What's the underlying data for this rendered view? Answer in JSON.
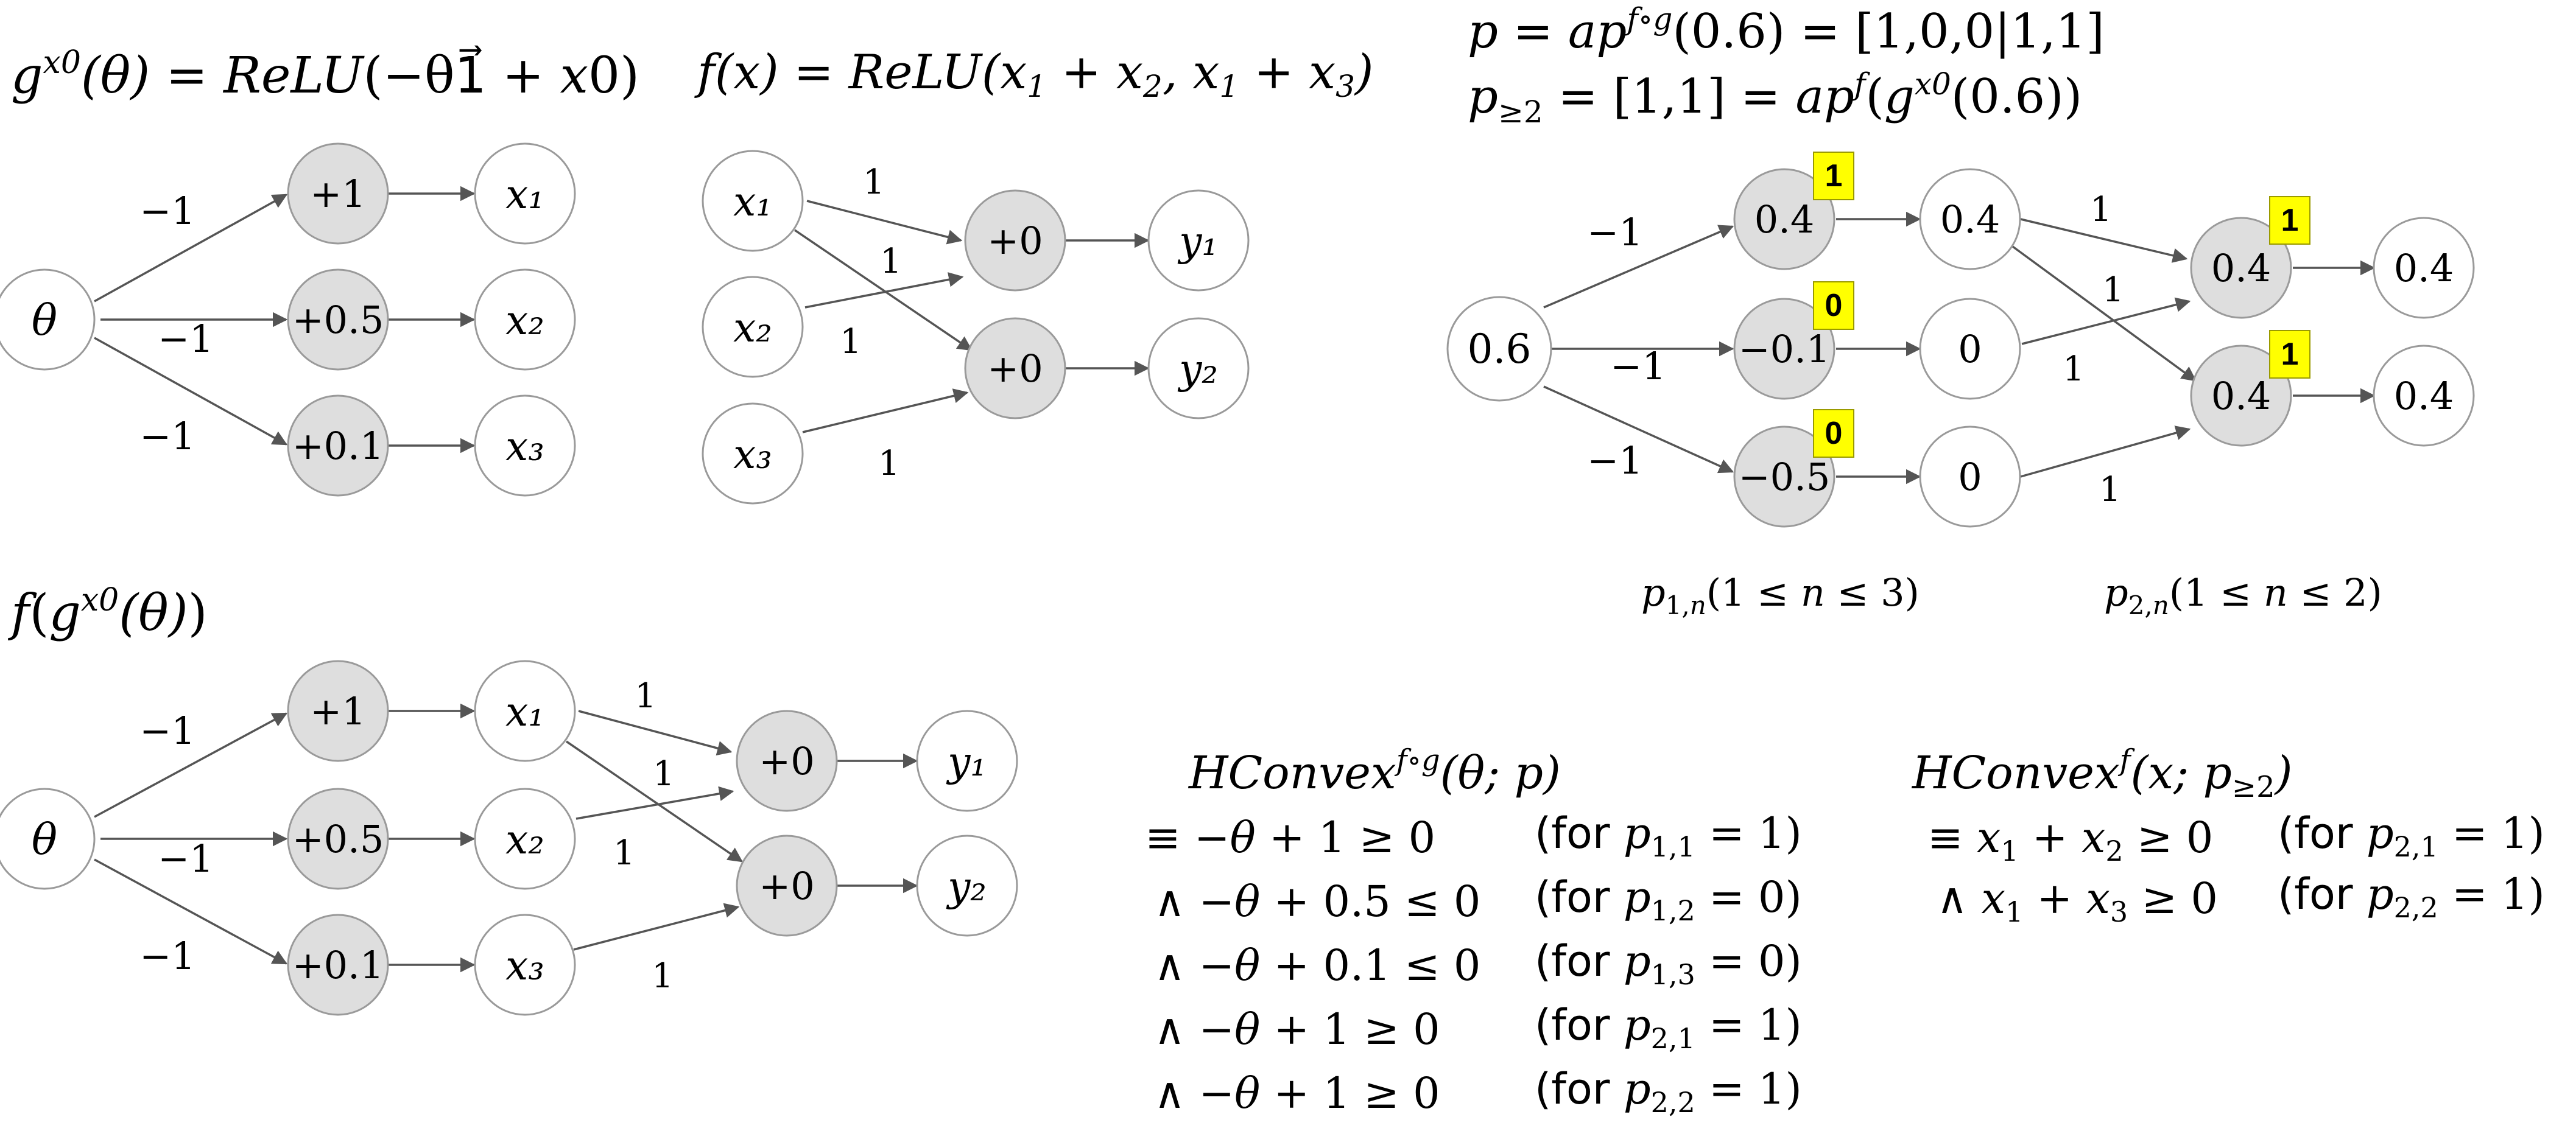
{
  "titles": {
    "g": "g^{x0}(θ) = ReLU(−θ1⃗ + x0)",
    "f": "f(x) = ReLU(x₁ + x₂, x₁ + x₃)",
    "fg": "f(g^{x0}(θ))",
    "p_line1": "p = ap^{f∘g}(0.6) = [1,0,0|1,1]",
    "p_line2": "p_{≥2} = [1,1] = ap^{f}(g^{x0}(0.6))"
  },
  "diagrams": {
    "g": {
      "nodes": {
        "theta": "θ",
        "h1": "+1",
        "h2": "+0.5",
        "h3": "+0.1",
        "x1": "x₁",
        "x2": "x₂",
        "x3": "x₃"
      },
      "weights": {
        "w1": "−1",
        "w2": "−1",
        "w3": "−1"
      }
    },
    "f": {
      "nodes": {
        "x1": "x₁",
        "x2": "x₂",
        "x3": "x₃",
        "h1": "+0",
        "h2": "+0",
        "y1": "y₁",
        "y2": "y₂"
      },
      "weights": {
        "x1h1": "1",
        "x1h2": "1",
        "x2h1": "1",
        "x3h2": "1"
      }
    },
    "eval": {
      "nodes": {
        "input": "0.6",
        "a1": "0.4",
        "a2": "−0.1",
        "a3": "−0.5",
        "r1": "0.4",
        "r2": "0",
        "r3": "0",
        "b1": "0.4",
        "b2": "0.4",
        "o1": "0.4",
        "o2": "0.4"
      },
      "weights": {
        "w1": "−1",
        "w2": "−1",
        "w3": "−1",
        "r1b1": "1",
        "r1b2": "1",
        "r2b1": "1",
        "r3b2": "1"
      },
      "flags": {
        "a1": "1",
        "a2": "0",
        "a3": "0",
        "b1": "1",
        "b2": "1"
      },
      "captions": {
        "layer1": "p_{1,n}(1 ≤ n ≤ 3)",
        "layer2": "p_{2,n}(1 ≤ n ≤ 2)"
      }
    },
    "fg": {
      "nodes": {
        "theta": "θ",
        "h1": "+1",
        "h2": "+0.5",
        "h3": "+0.1",
        "x1": "x₁",
        "x2": "x₂",
        "x3": "x₃",
        "k1": "+0",
        "k2": "+0",
        "y1": "y₁",
        "y2": "y₂"
      },
      "weights": {
        "w1": "−1",
        "w2": "−1",
        "w3": "−1",
        "x1k1": "1",
        "x1k2": "1",
        "x2k1": "1",
        "x3k2": "1"
      }
    }
  },
  "hconvex_fg": {
    "title": "HConvex^{f∘g}(θ; p)",
    "rows": [
      {
        "expr": "≡ −θ + 1 ≥ 0",
        "cond": "(for p_{1,1} = 1)"
      },
      {
        "expr": "∧ −θ + 0.5 ≤ 0",
        "cond": "(for p_{1,2} = 0)"
      },
      {
        "expr": "∧ −θ + 0.1 ≤ 0",
        "cond": "(for p_{1,3} = 0)"
      },
      {
        "expr": "∧ −θ + 1 ≥ 0",
        "cond": "(for p_{2,1} = 1)"
      },
      {
        "expr": "∧ −θ + 1 ≥ 0",
        "cond": "(for p_{2,2} = 1)"
      }
    ]
  },
  "hconvex_f": {
    "title": "HConvex^{f}(x; p_{≥2})",
    "rows": [
      {
        "expr": "≡ x₁ + x₂ ≥ 0",
        "cond": "(for p_{2,1} = 1)"
      },
      {
        "expr": "∧ x₁ + x₃ ≥ 0",
        "cond": "(for p_{2,2} = 1)"
      }
    ]
  }
}
